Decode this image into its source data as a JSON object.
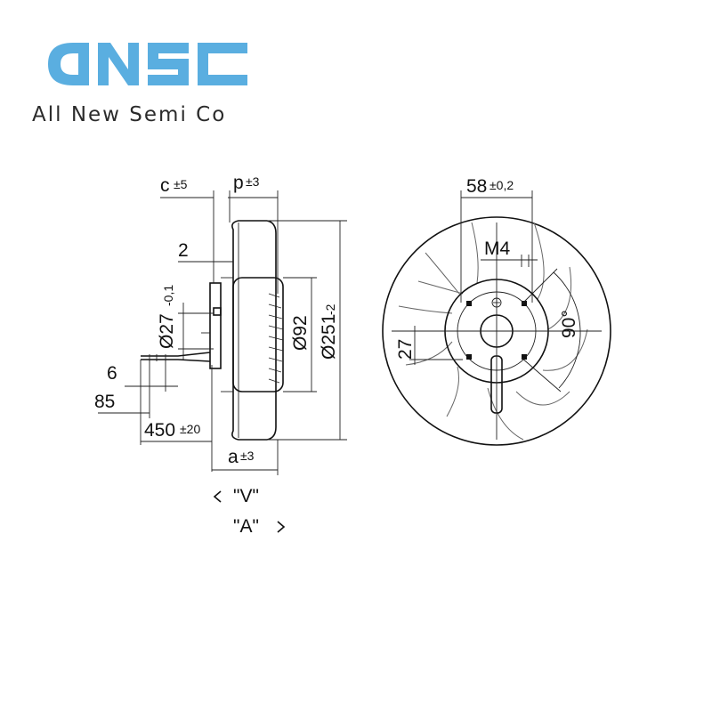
{
  "brand": {
    "logo": "aNSC",
    "subtitle": "All New Semi Co",
    "color": "#5aaee0"
  },
  "side_view": {
    "c": "c",
    "c_tol": "±5",
    "p": "p",
    "p_tol": "±3",
    "d_2": "2",
    "d_27": "Ø27",
    "d_27_tol": "-0,1",
    "d_92": "Ø92",
    "d_251": "Ø251",
    "d_251_tol": "-2",
    "d_6": "6",
    "d_85": "85",
    "d_450": "450",
    "d_450_tol": "±20",
    "a": "a",
    "a_tol": "±3",
    "view_v": "\"V\"",
    "view_a": "\"A\""
  },
  "front_view": {
    "d_58": "58",
    "d_58_tol": "±0,2",
    "m4": "M4",
    "d_27": "27",
    "angle_90": "90°"
  }
}
